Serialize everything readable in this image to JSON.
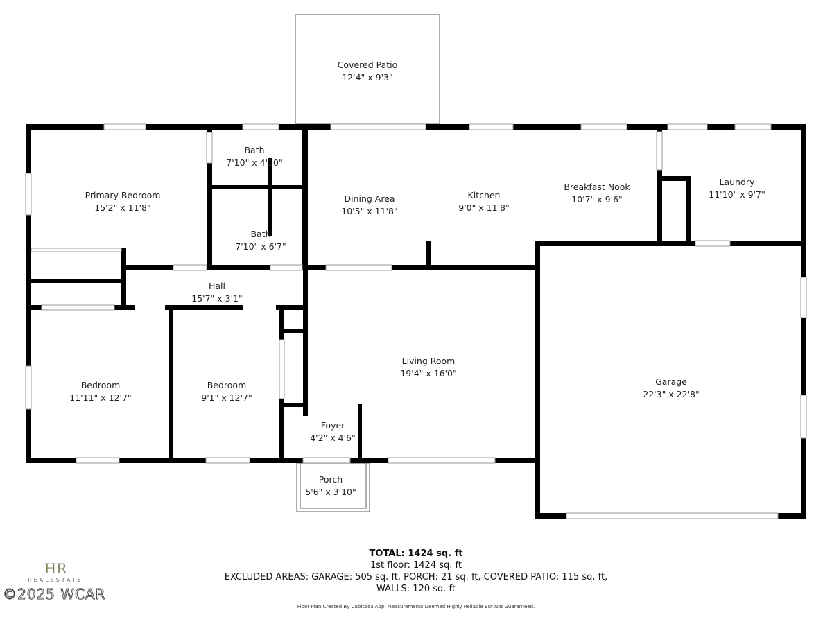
{
  "rooms": {
    "covered_patio": {
      "name": "Covered Patio",
      "dims": "12'4\" x 9'3\""
    },
    "primary_bedroom": {
      "name": "Primary Bedroom",
      "dims": "15'2\" x 11'8\""
    },
    "bath_1": {
      "name": "Bath",
      "dims": "7'10\" x 4'10\""
    },
    "bath_2": {
      "name": "Bath",
      "dims": "7'10\" x 6'7\""
    },
    "dining_area": {
      "name": "Dining Area",
      "dims": "10'5\" x 11'8\""
    },
    "kitchen": {
      "name": "Kitchen",
      "dims": "9'0\" x 11'8\""
    },
    "breakfast_nook": {
      "name": "Breakfast Nook",
      "dims": "10'7\" x 9'6\""
    },
    "laundry": {
      "name": "Laundry",
      "dims": "11'10\" x 9'7\""
    },
    "hall": {
      "name": "Hall",
      "dims": "15'7\" x 3'1\""
    },
    "bedroom_1": {
      "name": "Bedroom",
      "dims": "11'11\" x 12'7\""
    },
    "bedroom_2": {
      "name": "Bedroom",
      "dims": "9'1\" x 12'7\""
    },
    "living_room": {
      "name": "Living Room",
      "dims": "19'4\" x 16'0\""
    },
    "foyer": {
      "name": "Foyer",
      "dims": "4'2\" x 4'6\""
    },
    "porch": {
      "name": "Porch",
      "dims": "5'6\" x 3'10\""
    },
    "garage": {
      "name": "Garage",
      "dims": "22'3\" x 22'8\""
    }
  },
  "summary": {
    "total": "TOTAL: 1424 sq. ft",
    "first_floor": "1st floor: 1424 sq. ft",
    "excluded": "EXCLUDED AREAS: GARAGE: 505 sq. ft, PORCH: 21 sq. ft, COVERED PATIO: 115 sq. ft,",
    "walls": "WALLS: 120 sq. ft"
  },
  "credit": "Floor Plan Created By Cubicasa App. Measurements Deemed Highly Reliable But Not Guaranteed.",
  "logo": {
    "monogram": "HR",
    "text": "REALESTATE"
  },
  "watermark": "©2025 WCAR"
}
